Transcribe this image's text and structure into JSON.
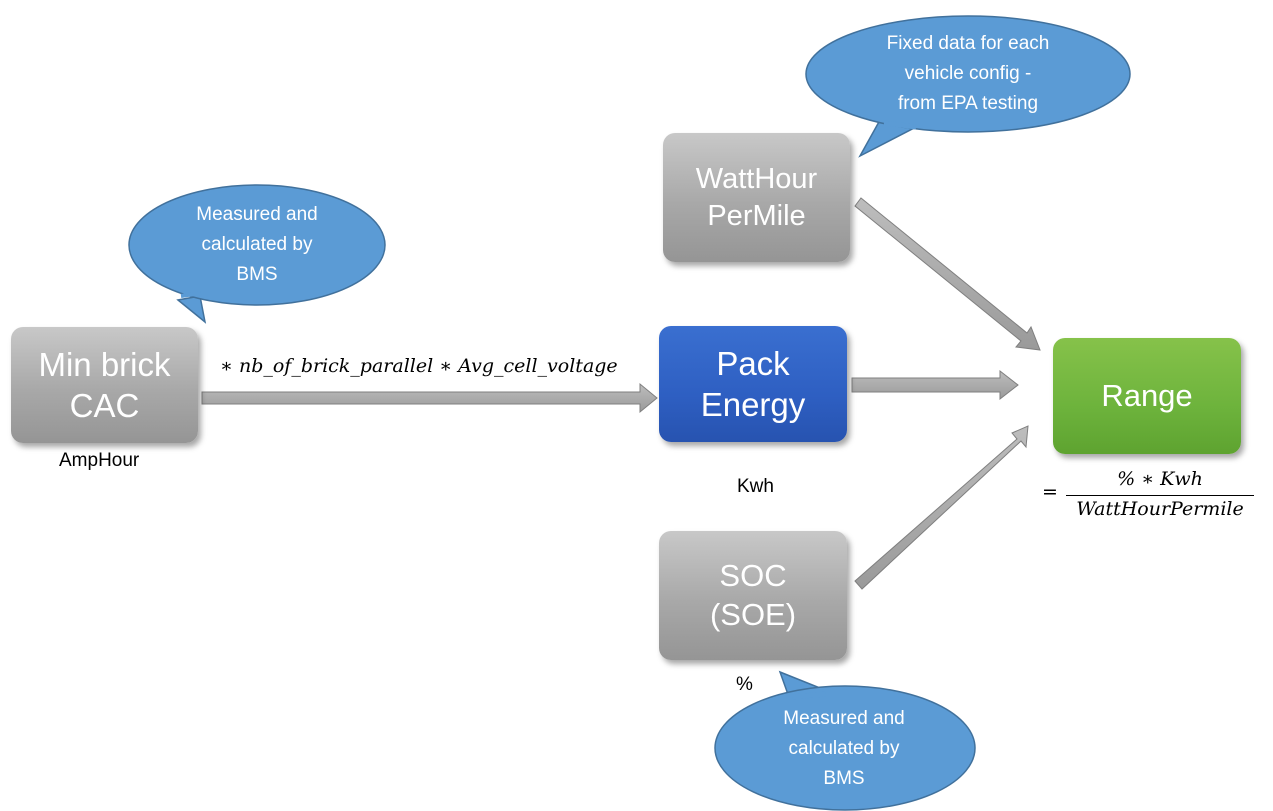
{
  "nodes": {
    "min_brick": {
      "line1": "Min brick",
      "line2": "CAC",
      "unit": "AmpHour"
    },
    "watthour": {
      "line1": "WattHour",
      "line2": "PerMile"
    },
    "pack_energy": {
      "line1": "Pack",
      "line2": "Energy",
      "unit": "Kwh"
    },
    "soc": {
      "line1": "SOC",
      "line2": "(SOE)",
      "unit": "%"
    },
    "range": {
      "label": "Range"
    }
  },
  "callouts": {
    "bms_top": {
      "line1": "Measured and",
      "line2": "calculated by",
      "line3": "BMS"
    },
    "epa": {
      "line1": "Fixed data for each",
      "line2": "vehicle config -",
      "line3": "from EPA testing"
    },
    "bms_bottom": {
      "line1": "Measured and",
      "line2": "calculated by",
      "line3": "BMS"
    }
  },
  "edge_label": "∗ nb_of_brick_parallel ∗ Avg_cell_voltage",
  "formula": {
    "eq": "=",
    "numerator": "%  ∗ Kwh",
    "denominator": "WattHourPermile"
  },
  "colors": {
    "gray_box": "#a8a8a8",
    "blue_box": "#2e5fc2",
    "green_box": "#6db33c",
    "callout": "#5b9bd5",
    "arrow": "#a6a6a6"
  }
}
